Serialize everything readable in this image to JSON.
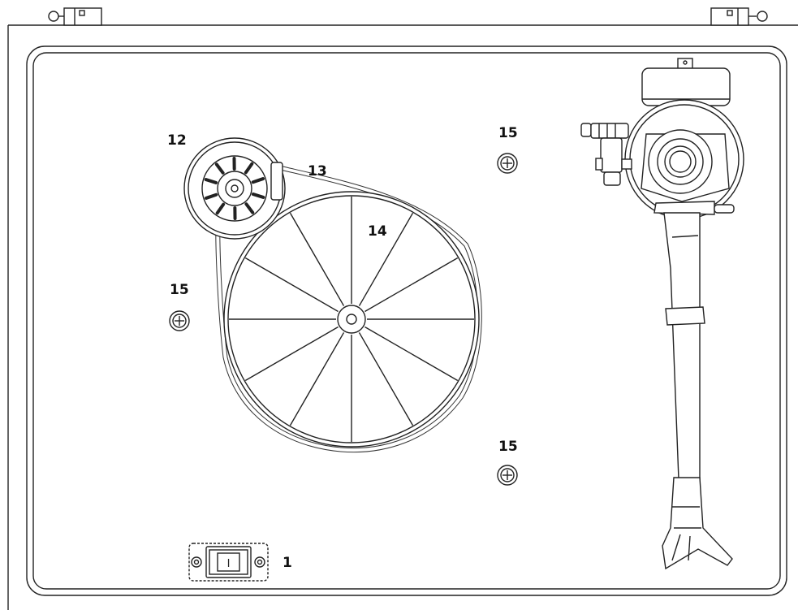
{
  "callouts": {
    "pulley": "12",
    "belt": "13",
    "platter": "14",
    "screw_top": "15",
    "screw_left": "15",
    "screw_bottom": "15",
    "switch": "1"
  },
  "switch_symbol": "I",
  "colors": {
    "line": "#222222",
    "background": "#ffffff"
  },
  "icons": [
    "screw-icon",
    "power-switch-icon",
    "hinge-icon"
  ]
}
